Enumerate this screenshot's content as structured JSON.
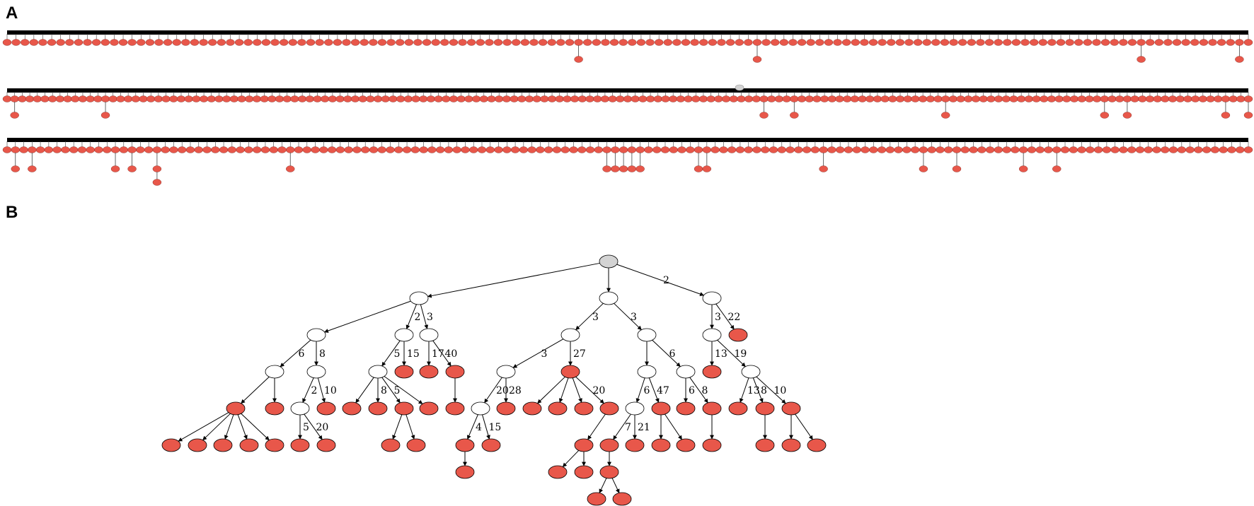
{
  "panel_labels": {
    "a": "A",
    "b": "B"
  },
  "colors": {
    "leaf": "#e8574a",
    "internal": "#ffffff",
    "root": "#d3d3d3",
    "stroke": "#000000",
    "flat_edge": "#000000"
  },
  "panel_a": {
    "rows": [
      {
        "child_count": 140,
        "root_position": "left",
        "extra_children": [
          64,
          84,
          127,
          138
        ]
      },
      {
        "child_count": 165,
        "root_position": "center",
        "extra_children": [
          1,
          13,
          100,
          104,
          124,
          145,
          148,
          161,
          164
        ]
      },
      {
        "child_count": 150,
        "root_position": "left",
        "extra_children": [
          1,
          3,
          13,
          15,
          18,
          34,
          72,
          73,
          74,
          75,
          76,
          83,
          84,
          98,
          110,
          114,
          122,
          126
        ]
      },
      {
        "note": ""
      }
    ]
  },
  "panel_b": {
    "nodes": [
      {
        "id": "r",
        "parent": null,
        "type": "root",
        "label": ""
      },
      {
        "id": "n1",
        "parent": "r",
        "type": "internal",
        "label": ""
      },
      {
        "id": "n2",
        "parent": "r",
        "type": "internal",
        "label": ""
      },
      {
        "id": "n3",
        "parent": "r",
        "type": "internal",
        "label": "2"
      },
      {
        "id": "a1",
        "parent": "n1",
        "type": "internal",
        "label": ""
      },
      {
        "id": "a2",
        "parent": "n1",
        "type": "internal",
        "label": "2"
      },
      {
        "id": "a3",
        "parent": "n1",
        "type": "internal",
        "label": "3"
      },
      {
        "id": "a4",
        "parent": "a1",
        "type": "internal",
        "label": "6"
      },
      {
        "id": "a5",
        "parent": "a1",
        "type": "internal",
        "label": "8"
      },
      {
        "id": "a6",
        "parent": "a4",
        "type": "leaf",
        "label": ""
      },
      {
        "id": "a7",
        "parent": "a4",
        "type": "leaf",
        "label": ""
      },
      {
        "id": "a8",
        "parent": "a6",
        "type": "leaf",
        "label": ""
      },
      {
        "id": "a9",
        "parent": "a6",
        "type": "leaf",
        "label": ""
      },
      {
        "id": "a10",
        "parent": "a6",
        "type": "leaf",
        "label": ""
      },
      {
        "id": "a11",
        "parent": "a6",
        "type": "leaf",
        "label": ""
      },
      {
        "id": "a12",
        "parent": "a6",
        "type": "leaf",
        "label": ""
      },
      {
        "id": "a13",
        "parent": "a5",
        "type": "internal",
        "label": "2"
      },
      {
        "id": "a14",
        "parent": "a5",
        "type": "leaf",
        "label": "10"
      },
      {
        "id": "a15",
        "parent": "a13",
        "type": "leaf",
        "label": "5"
      },
      {
        "id": "a16",
        "parent": "a13",
        "type": "leaf",
        "label": "20"
      },
      {
        "id": "b1",
        "parent": "a2",
        "type": "internal",
        "label": "5"
      },
      {
        "id": "b2",
        "parent": "a2",
        "type": "leaf",
        "label": "15"
      },
      {
        "id": "b3",
        "parent": "b1",
        "type": "leaf",
        "label": ""
      },
      {
        "id": "b4",
        "parent": "b1",
        "type": "leaf",
        "label": "8"
      },
      {
        "id": "b5",
        "parent": "b1",
        "type": "leaf",
        "label": "5"
      },
      {
        "id": "b6",
        "parent": "b1",
        "type": "leaf",
        "label": ""
      },
      {
        "id": "b7",
        "parent": "b5",
        "type": "leaf",
        "label": ""
      },
      {
        "id": "b8",
        "parent": "b5",
        "type": "leaf",
        "label": ""
      },
      {
        "id": "c1",
        "parent": "a3",
        "type": "leaf",
        "label": "17"
      },
      {
        "id": "c2",
        "parent": "a3",
        "type": "leaf",
        "label": "40"
      },
      {
        "id": "c3",
        "parent": "c2",
        "type": "leaf",
        "label": ""
      },
      {
        "id": "d1",
        "parent": "n2",
        "type": "internal",
        "label": "3"
      },
      {
        "id": "d2",
        "parent": "n2",
        "type": "internal",
        "label": "3"
      },
      {
        "id": "d3",
        "parent": "d1",
        "type": "internal",
        "label": "3"
      },
      {
        "id": "d4",
        "parent": "d1",
        "type": "leaf",
        "label": "27"
      },
      {
        "id": "d5",
        "parent": "d3",
        "type": "internal",
        "label": "20"
      },
      {
        "id": "d6",
        "parent": "d3",
        "type": "leaf",
        "label": "28"
      },
      {
        "id": "d7",
        "parent": "d5",
        "type": "leaf",
        "label": "4"
      },
      {
        "id": "d8",
        "parent": "d5",
        "type": "leaf",
        "label": "15"
      },
      {
        "id": "d9",
        "parent": "d7",
        "type": "leaf",
        "label": ""
      },
      {
        "id": "d10",
        "parent": "d4",
        "type": "leaf",
        "label": ""
      },
      {
        "id": "d11",
        "parent": "d4",
        "type": "leaf",
        "label": ""
      },
      {
        "id": "d12",
        "parent": "d4",
        "type": "leaf",
        "label": ""
      },
      {
        "id": "d13",
        "parent": "d4",
        "type": "leaf",
        "label": "20"
      },
      {
        "id": "d14",
        "parent": "d13",
        "type": "leaf",
        "label": ""
      },
      {
        "id": "d15",
        "parent": "d14",
        "type": "leaf",
        "label": ""
      },
      {
        "id": "d16",
        "parent": "d14",
        "type": "leaf",
        "label": ""
      },
      {
        "id": "e1",
        "parent": "d2",
        "type": "internal",
        "label": ""
      },
      {
        "id": "e2",
        "parent": "d2",
        "type": "internal",
        "label": "6"
      },
      {
        "id": "e3",
        "parent": "e1",
        "type": "internal",
        "label": "6"
      },
      {
        "id": "e4",
        "parent": "e1",
        "type": "leaf",
        "label": "47"
      },
      {
        "id": "e5",
        "parent": "e3",
        "type": "leaf",
        "label": "7"
      },
      {
        "id": "e6",
        "parent": "e3",
        "type": "leaf",
        "label": "21"
      },
      {
        "id": "e7",
        "parent": "e5",
        "type": "leaf",
        "label": ""
      },
      {
        "id": "e8",
        "parent": "e7",
        "type": "leaf",
        "label": ""
      },
      {
        "id": "e9",
        "parent": "e7",
        "type": "leaf",
        "label": ""
      },
      {
        "id": "e10",
        "parent": "e4",
        "type": "leaf",
        "label": ""
      },
      {
        "id": "e11",
        "parent": "e4",
        "type": "leaf",
        "label": ""
      },
      {
        "id": "e12",
        "parent": "e2",
        "type": "leaf",
        "label": "6"
      },
      {
        "id": "e13",
        "parent": "e2",
        "type": "leaf",
        "label": "8"
      },
      {
        "id": "e14",
        "parent": "e13",
        "type": "leaf",
        "label": ""
      },
      {
        "id": "f1",
        "parent": "n3",
        "type": "internal",
        "label": "3"
      },
      {
        "id": "f2",
        "parent": "n3",
        "type": "leaf",
        "label": "22"
      },
      {
        "id": "f3",
        "parent": "f1",
        "type": "leaf",
        "label": "13"
      },
      {
        "id": "f4",
        "parent": "f1",
        "type": "internal",
        "label": "19"
      },
      {
        "id": "f5",
        "parent": "f4",
        "type": "leaf",
        "label": "13"
      },
      {
        "id": "f6",
        "parent": "f4",
        "type": "leaf",
        "label": "8"
      },
      {
        "id": "f7",
        "parent": "f4",
        "type": "leaf",
        "label": "10"
      },
      {
        "id": "f8",
        "parent": "f6",
        "type": "leaf",
        "label": ""
      },
      {
        "id": "f9",
        "parent": "f7",
        "type": "leaf",
        "label": ""
      },
      {
        "id": "f10",
        "parent": "f7",
        "type": "leaf",
        "label": ""
      }
    ]
  }
}
